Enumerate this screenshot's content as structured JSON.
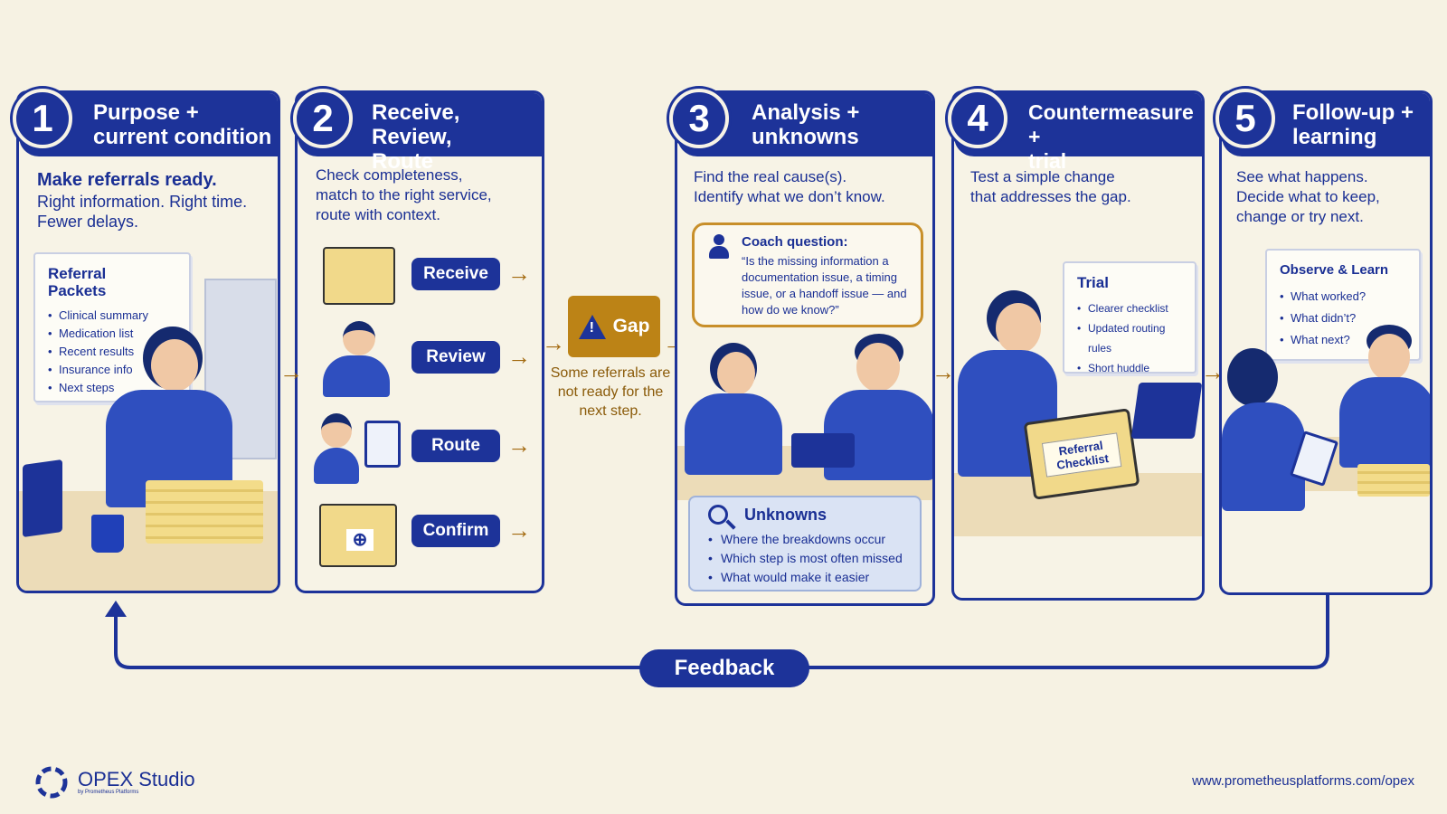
{
  "steps": [
    {
      "number": "1",
      "title_line1": "Purpose +",
      "title_line2": "current condition",
      "lead_bold": "Make referrals ready.",
      "lead_line1": "Right information. Right time.",
      "lead_line2": "Fewer delays.",
      "card_title_line1": "Referral",
      "card_title_line2": "Packets",
      "card_items": [
        "Clinical summary",
        "Medication list",
        "Recent results",
        "Insurance info",
        "Next steps"
      ]
    },
    {
      "number": "2",
      "title_line1": "Receive, Review,",
      "title_line2": "Route",
      "lead_line1": "Check completeness,",
      "lead_line2": "match to the right service,",
      "lead_line3": "route with context.",
      "actions": [
        "Receive",
        "Review",
        "Route",
        "Confirm"
      ]
    },
    {
      "number": "3",
      "title_line1": "Analysis +",
      "title_line2": "unknowns",
      "lead_line1": "Find the real cause(s).",
      "lead_line2": "Identify what we don’t know.",
      "coach_title": "Coach question:",
      "coach_text": "“Is the missing information a documentation issue, a timing issue, or a handoff issue — and how do we know?”",
      "unknowns_title": "Unknowns",
      "unknowns_items": [
        "Where the breakdowns occur",
        "Which step is most often missed",
        "What would make it easier"
      ]
    },
    {
      "number": "4",
      "title_line1": "Countermeasure +",
      "title_line2": "trial",
      "lead_line1": "Test a simple change",
      "lead_line2": "that addresses the gap.",
      "card_title": "Trial",
      "card_items": [
        "Clearer checklist",
        "Updated routing rules",
        "Short huddle"
      ],
      "folder_label_line1": "Referral",
      "folder_label_line2": "Checklist"
    },
    {
      "number": "5",
      "title_line1": "Follow-up +",
      "title_line2": "learning",
      "lead_line1": "See what happens.",
      "lead_line2": "Decide what to keep,",
      "lead_line3": "change or try next.",
      "card_title": "Observe & Learn",
      "card_items": [
        "What worked?",
        "What didn’t?",
        "What next?"
      ]
    }
  ],
  "gap": {
    "label": "Gap",
    "text": "Some referrals are not ready for the next step."
  },
  "feedback_label": "Feedback",
  "brand": {
    "name": "OPEX Studio",
    "sub": "by Prometheus Platforms"
  },
  "url": "www.prometheusplatforms.com/opex",
  "colors": {
    "primary": "#1d3399",
    "accent": "#bc8316",
    "background": "#f6f2e3"
  }
}
